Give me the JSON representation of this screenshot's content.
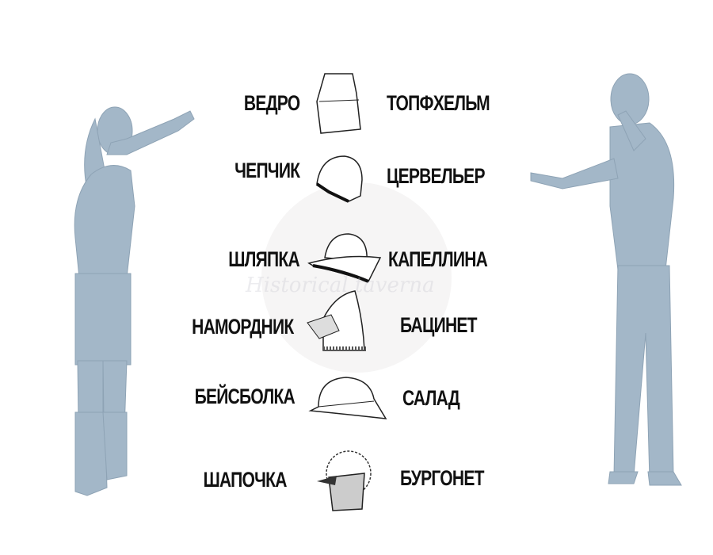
{
  "left_labels": [
    "ВЕДРО",
    "ЧЕПЧИК",
    "ШЛЯПКА",
    "НАМОРДНИК",
    "БЕЙСБОЛКА",
    "ШАПОЧКА"
  ],
  "right_labels": [
    "ТОПФХЕЛЬМ",
    "ЦЕРВЕЛЬЕР",
    "КАПЕЛЛИНА",
    "БАЦИНЕТ",
    "САЛАД",
    "БУРГОНЕТ"
  ],
  "watermark": "Historical taverna",
  "colors": {
    "figure": "#a3b7c8",
    "text": "#111111"
  }
}
